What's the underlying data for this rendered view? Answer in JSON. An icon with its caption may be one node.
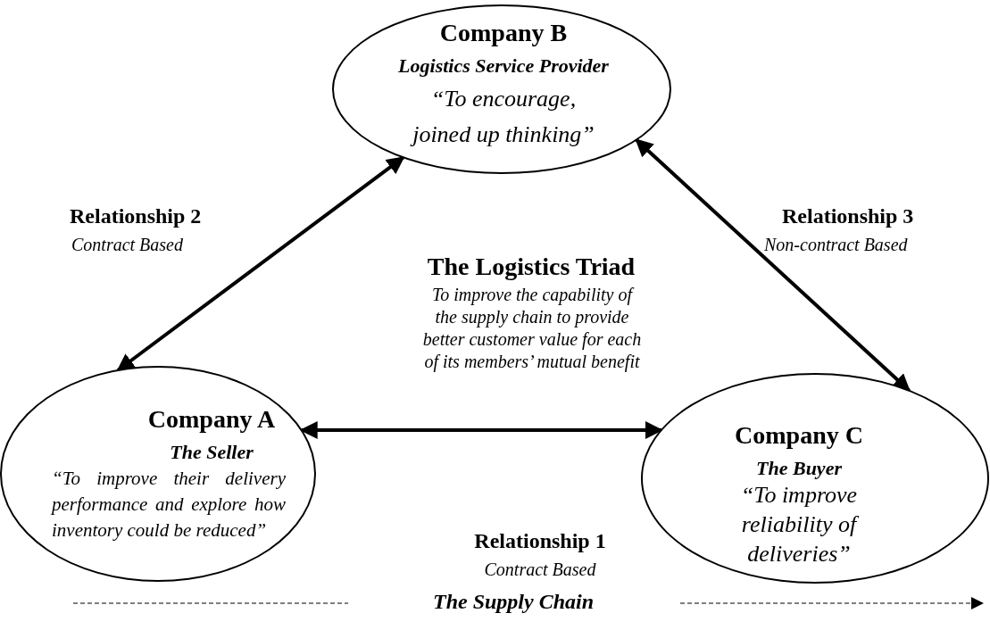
{
  "diagram": {
    "nodes": [
      {
        "text": [
          "Company B",
          "Logistics Service Provider",
          "“To encourage, joined up thinking”"
        ]
      },
      {
        "text": [
          "Company A",
          "The Seller",
          "“To improve their delivery performance and explore how inventory could be reduced”"
        ]
      },
      {
        "text": [
          "Company C",
          "The Buyer",
          "“To improve reliability of deliveries”"
        ]
      }
    ],
    "edges": [
      {
        "from": 1,
        "to": 0,
        "arrow": "both"
      },
      {
        "from": 0,
        "to": 2,
        "arrow": "both"
      },
      {
        "from": 1,
        "to": 2,
        "arrow": "both"
      }
    ],
    "labels": [
      "Relationship 2",
      "Contract Based",
      "Relationship 3",
      "Non-contract Based",
      "The Logistics Triad",
      "To improve the capability of the supply chain to provide better customer value for each of its members’ mutual benefit",
      "Relationship 1",
      "Contract Based",
      "The Supply Chain"
    ]
  }
}
